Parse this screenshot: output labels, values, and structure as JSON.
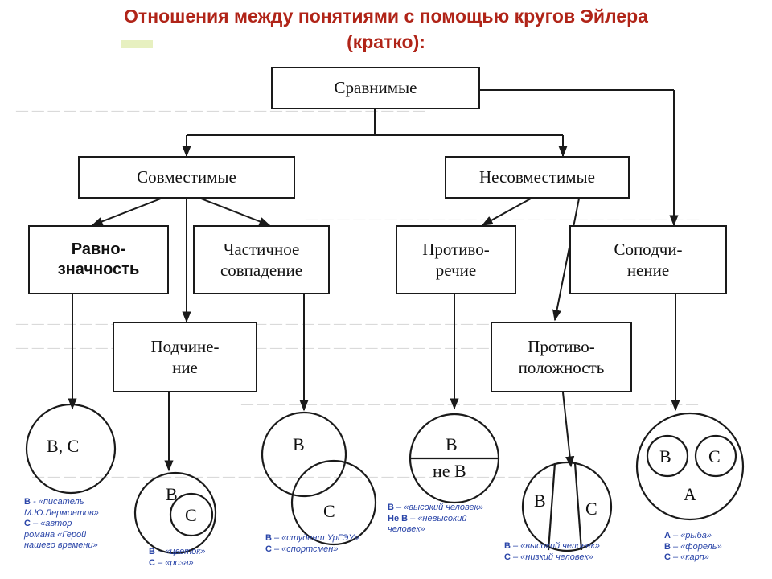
{
  "title": {
    "line1": "Отношения между понятиями с помощью кругов Эйлера",
    "line2": "(кратко):"
  },
  "boxes": {
    "comparable": "Сравнимые",
    "compatible": "Совместимые",
    "incompatible": "Несовместимые",
    "equivalence": [
      "Равно-",
      "значность"
    ],
    "partial": [
      "Частичное",
      "совпадение"
    ],
    "subordination": [
      "Подчине-",
      "ние"
    ],
    "contradiction": [
      "Противо-",
      "речие"
    ],
    "coordination": [
      "Соподчи-",
      "нение"
    ],
    "opposition": [
      "Противо-",
      "положность"
    ]
  },
  "circles": {
    "equivalence": "В, С",
    "subordination_outer": "В",
    "subordination_inner": "С",
    "partial_b": "В",
    "partial_c": "С",
    "contradiction_b": "В",
    "contradiction_notb": "не В",
    "opposition_b": "В",
    "opposition_c": "С",
    "coordination_b": "В",
    "coordination_c": "С",
    "coordination_a": "А"
  },
  "notes": {
    "equivalence": [
      {
        "key": "В",
        "text": " - «писатель"
      },
      {
        "key": "",
        "text": "М.Ю.Лермонтов»"
      },
      {
        "key": "С",
        "text": " – «автор"
      },
      {
        "key": "",
        "text": "романа «Герой"
      },
      {
        "key": "",
        "text": "нашего времени»"
      }
    ],
    "subordination": [
      {
        "key": "В",
        "text": " – «цветок»"
      },
      {
        "key": "С",
        "text": " – «роза»"
      }
    ],
    "partial": [
      {
        "key": "В",
        "text": " – «студент УрГЭУ»"
      },
      {
        "key": "С",
        "text": " – «спортсмен»"
      }
    ],
    "contradiction": [
      {
        "key": "В",
        "text": " – «высокий человек»"
      },
      {
        "key": "Не В",
        "text": " – «невысокий"
      },
      {
        "key": "",
        "text": "человек»"
      }
    ],
    "opposition": [
      {
        "key": "В",
        "text": " – «высокий человек»"
      },
      {
        "key": "С",
        "text": " – «низкий человек»"
      }
    ],
    "coordination": [
      {
        "key": "А",
        "text": " – «рыба»"
      },
      {
        "key": "В",
        "text": " – «форель»"
      },
      {
        "key": "С",
        "text": " – «карп»"
      }
    ]
  },
  "colors": {
    "title": "#b02418",
    "notes": "#2a45a8",
    "lines": "#1a1a1a"
  }
}
